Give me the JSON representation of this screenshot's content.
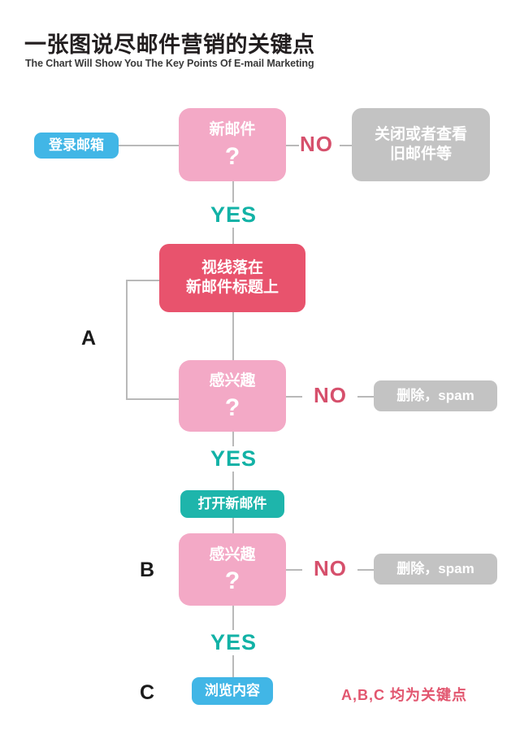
{
  "header": {
    "title": "一张图说尽邮件营销的关键点",
    "subtitle": "The Chart Will Show You The Key Points Of E-mail Marketing"
  },
  "chart_data": {
    "type": "diagram",
    "title": "一张图说尽邮件营销的关键点",
    "nodes": [
      {
        "id": "login",
        "label": "登录邮箱",
        "shape": "pill",
        "color": "#41b6e6"
      },
      {
        "id": "new-mail",
        "label": "新邮件",
        "q": "?",
        "shape": "decision",
        "color": "#f3a9c6"
      },
      {
        "id": "close-old",
        "line1": "关闭或者查看",
        "line2": "旧邮件等",
        "shape": "soft",
        "color": "#c3c3c3"
      },
      {
        "id": "gaze",
        "line1": "视线落在",
        "line2": "新邮件标题上",
        "shape": "soft",
        "color": "#e8536d"
      },
      {
        "id": "interest-a",
        "label": "感兴趣",
        "q": "?",
        "shape": "decision",
        "color": "#f3a9c6"
      },
      {
        "id": "delete-a",
        "label": "删除，spam",
        "shape": "pill",
        "color": "#c3c3c3"
      },
      {
        "id": "open-mail",
        "label": "打开新邮件",
        "shape": "pill",
        "color": "#1eb5ab"
      },
      {
        "id": "interest-b",
        "label": "感兴趣",
        "q": "?",
        "shape": "decision",
        "color": "#f3a9c6"
      },
      {
        "id": "delete-b",
        "label": "删除，spam",
        "shape": "pill",
        "color": "#c3c3c3"
      },
      {
        "id": "browse",
        "label": "浏览内容",
        "shape": "pill",
        "color": "#41b6e6"
      }
    ],
    "edges": [
      {
        "from": "login",
        "to": "new-mail",
        "label": ""
      },
      {
        "from": "new-mail",
        "to": "close-old",
        "label": "NO"
      },
      {
        "from": "new-mail",
        "to": "gaze",
        "label": "YES"
      },
      {
        "from": "gaze",
        "to": "interest-a",
        "label": ""
      },
      {
        "from": "interest-a",
        "to": "delete-a",
        "label": "NO"
      },
      {
        "from": "interest-a",
        "to": "open-mail",
        "label": "YES"
      },
      {
        "from": "open-mail",
        "to": "interest-b",
        "label": ""
      },
      {
        "from": "interest-b",
        "to": "delete-b",
        "label": "NO"
      },
      {
        "from": "interest-b",
        "to": "browse",
        "label": "YES"
      }
    ],
    "sections": [
      {
        "letter": "A",
        "covers": [
          "gaze",
          "interest-a"
        ]
      },
      {
        "letter": "B",
        "covers": [
          "interest-b"
        ]
      },
      {
        "letter": "C",
        "covers": [
          "browse"
        ]
      }
    ],
    "annotation": "A,B,C 均为关键点",
    "colors": {
      "blue": "#41b6e6",
      "pink": "#f3a9c6",
      "red": "#e8536d",
      "grey": "#c3c3c3",
      "teal": "#1eb5ab",
      "yes_label": "#12b2a6",
      "no_label": "#d6506c",
      "connector": "#b9b9b9",
      "annotation": "#e2566f",
      "title": "#231f20"
    }
  },
  "labels": {
    "yes": "YES",
    "no": "NO",
    "question_mark": "?",
    "section_a": "A",
    "section_b": "B",
    "section_c": "C"
  }
}
